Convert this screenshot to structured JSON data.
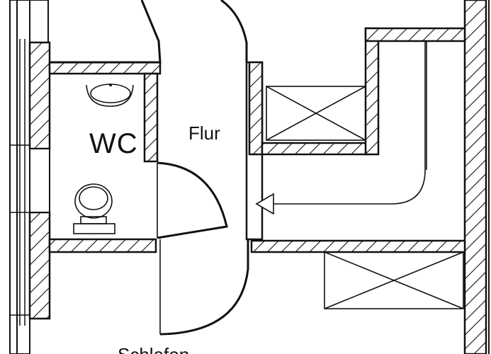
{
  "rooms": {
    "wc": "WC",
    "flur": "Flur",
    "schlafen": "Schlafen"
  },
  "colors": {
    "line": "#111111",
    "background": "#ffffff"
  }
}
